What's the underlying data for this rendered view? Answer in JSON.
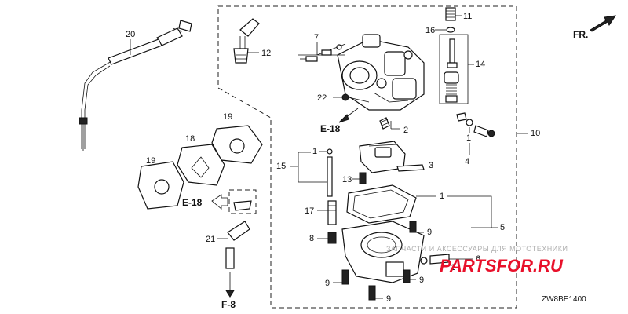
{
  "diagram": {
    "callouts": {
      "c20": "20",
      "c12": "12",
      "c7": "7",
      "c11": "11",
      "c16": "16",
      "c14": "14",
      "c22": "22",
      "c2": "2",
      "c10": "10",
      "c1a": "1",
      "c4": "4",
      "c3": "3",
      "c1b": "1",
      "c15": "15",
      "c13": "13",
      "c1c": "1",
      "c5": "5",
      "c17": "17",
      "c9a": "9",
      "c8": "8",
      "c6": "6",
      "c1d": "1",
      "c21": "21",
      "c9b": "9",
      "c9c": "9",
      "c9d": "9",
      "c18": "18",
      "c19a": "19",
      "c19b": "19"
    },
    "refs": {
      "e18_top": "E-18",
      "e18_left": "E-18",
      "f8": "F-8",
      "fr": "FR."
    },
    "code": "ZW8BE1400",
    "watermark": "ЗАПЧАСТИ И АКСЕССУАРЫ ДЛЯ МОТОТЕХНИКИ",
    "logo": "PARTSFOR.RU",
    "colors": {
      "logo": "#e8102a",
      "line": "#111111"
    }
  }
}
